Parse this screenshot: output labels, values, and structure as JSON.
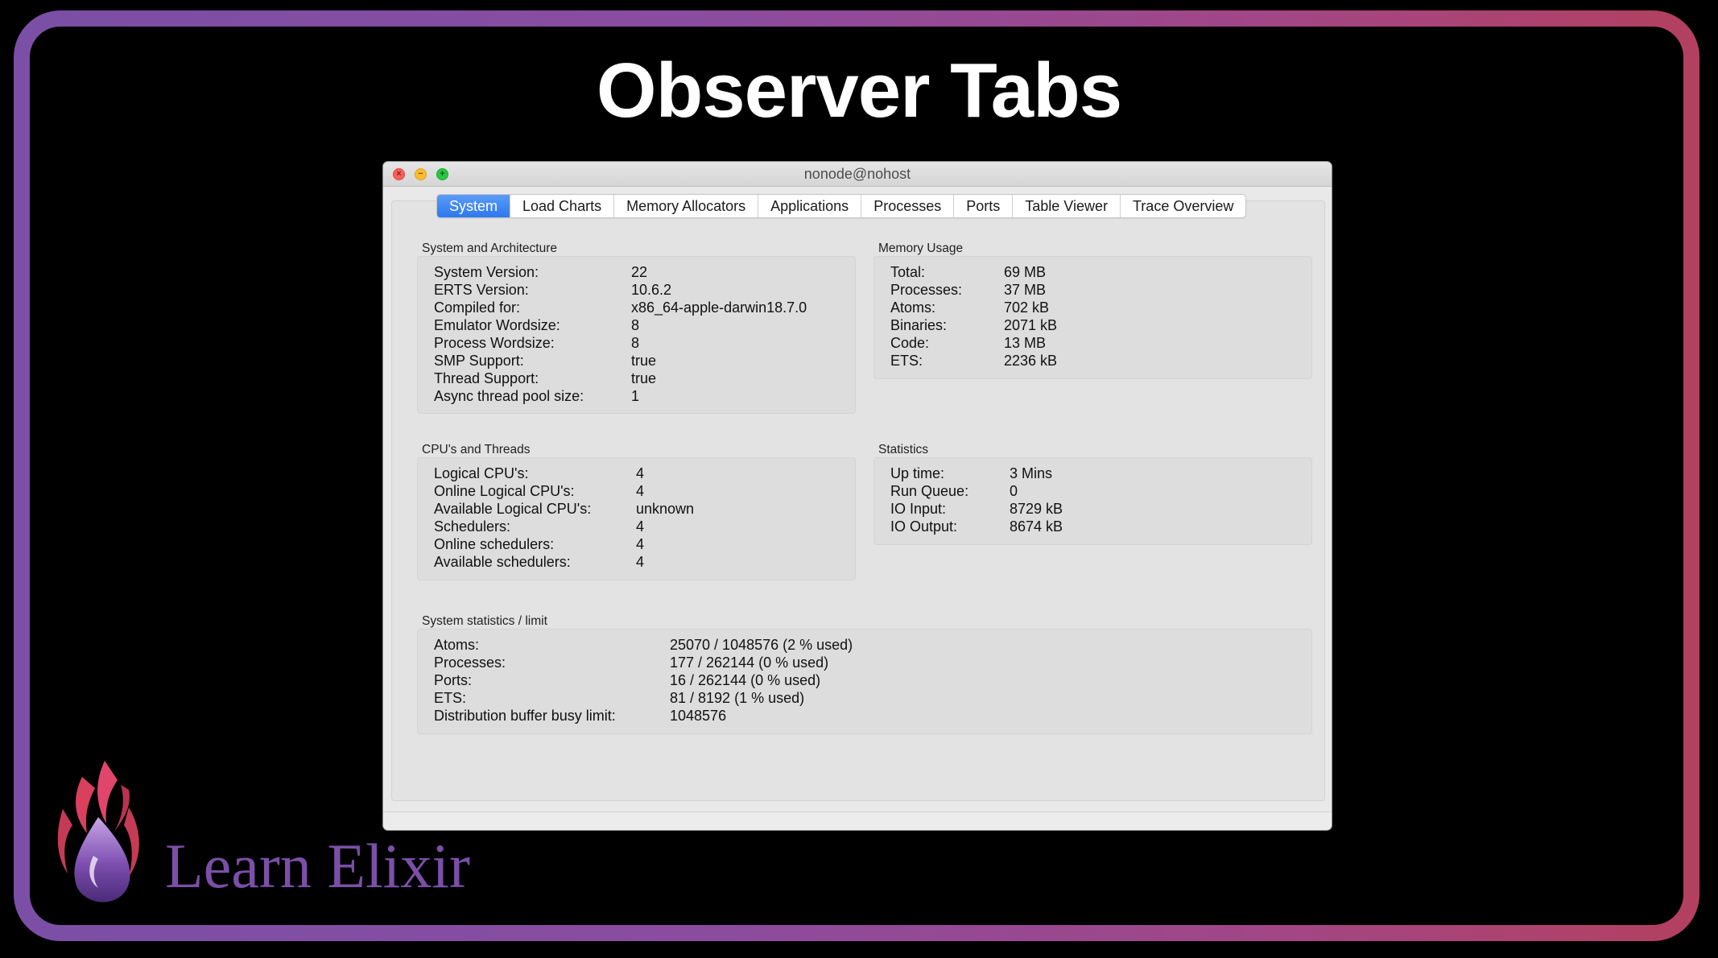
{
  "slide": {
    "title": "Observer Tabs",
    "brand": "Learn Elixir"
  },
  "window": {
    "title": "nonode@nohost"
  },
  "tabs": [
    {
      "label": "System",
      "active": true
    },
    {
      "label": "Load Charts",
      "active": false
    },
    {
      "label": "Memory Allocators",
      "active": false
    },
    {
      "label": "Applications",
      "active": false
    },
    {
      "label": "Processes",
      "active": false
    },
    {
      "label": "Ports",
      "active": false
    },
    {
      "label": "Table Viewer",
      "active": false
    },
    {
      "label": "Trace Overview",
      "active": false
    }
  ],
  "system_arch": {
    "title": "System and Architecture",
    "rows": [
      {
        "label": "System Version:",
        "value": "22"
      },
      {
        "label": "ERTS Version:",
        "value": "10.6.2"
      },
      {
        "label": "Compiled for:",
        "value": "x86_64-apple-darwin18.7.0"
      },
      {
        "label": "Emulator Wordsize:",
        "value": "8"
      },
      {
        "label": "Process Wordsize:",
        "value": "8"
      },
      {
        "label": "SMP Support:",
        "value": "true"
      },
      {
        "label": "Thread Support:",
        "value": "true"
      },
      {
        "label": "Async thread pool size:",
        "value": "1"
      }
    ]
  },
  "memory_usage": {
    "title": "Memory Usage",
    "rows": [
      {
        "label": "Total:",
        "value": "69 MB"
      },
      {
        "label": "Processes:",
        "value": "37 MB"
      },
      {
        "label": "Atoms:",
        "value": "702 kB"
      },
      {
        "label": "Binaries:",
        "value": "2071 kB"
      },
      {
        "label": "Code:",
        "value": "13 MB"
      },
      {
        "label": "ETS:",
        "value": "2236 kB"
      }
    ]
  },
  "cpus_threads": {
    "title": "CPU's and Threads",
    "rows": [
      {
        "label": "Logical CPU's:",
        "value": "4"
      },
      {
        "label": "Online Logical CPU's:",
        "value": "4"
      },
      {
        "label": "Available Logical CPU's:",
        "value": "unknown"
      },
      {
        "label": "Schedulers:",
        "value": "4"
      },
      {
        "label": "Online schedulers:",
        "value": "4"
      },
      {
        "label": "Available schedulers:",
        "value": "4"
      }
    ]
  },
  "statistics": {
    "title": "Statistics",
    "rows": [
      {
        "label": "Up time:",
        "value": "3 Mins"
      },
      {
        "label": "Run Queue:",
        "value": "0"
      },
      {
        "label": "IO Input:",
        "value": "8729 kB"
      },
      {
        "label": "IO Output:",
        "value": "8674 kB"
      }
    ]
  },
  "system_limits": {
    "title": "System statistics / limit",
    "rows": [
      {
        "label": "Atoms:",
        "value": "25070 / 1048576 (2 % used)"
      },
      {
        "label": "Processes:",
        "value": "177 / 262144 (0 % used)"
      },
      {
        "label": "Ports:",
        "value": "16 / 262144 (0 % used)"
      },
      {
        "label": "ETS:",
        "value": "81 / 8192 (1 % used)"
      },
      {
        "label": "Distribution buffer busy limit:",
        "value": "1048576"
      }
    ]
  },
  "colors": {
    "frame_gradient": [
      "#7a4fa5",
      "#b3405f"
    ],
    "active_tab": "#2e77ef",
    "brand_text": "#7b4fa8"
  }
}
